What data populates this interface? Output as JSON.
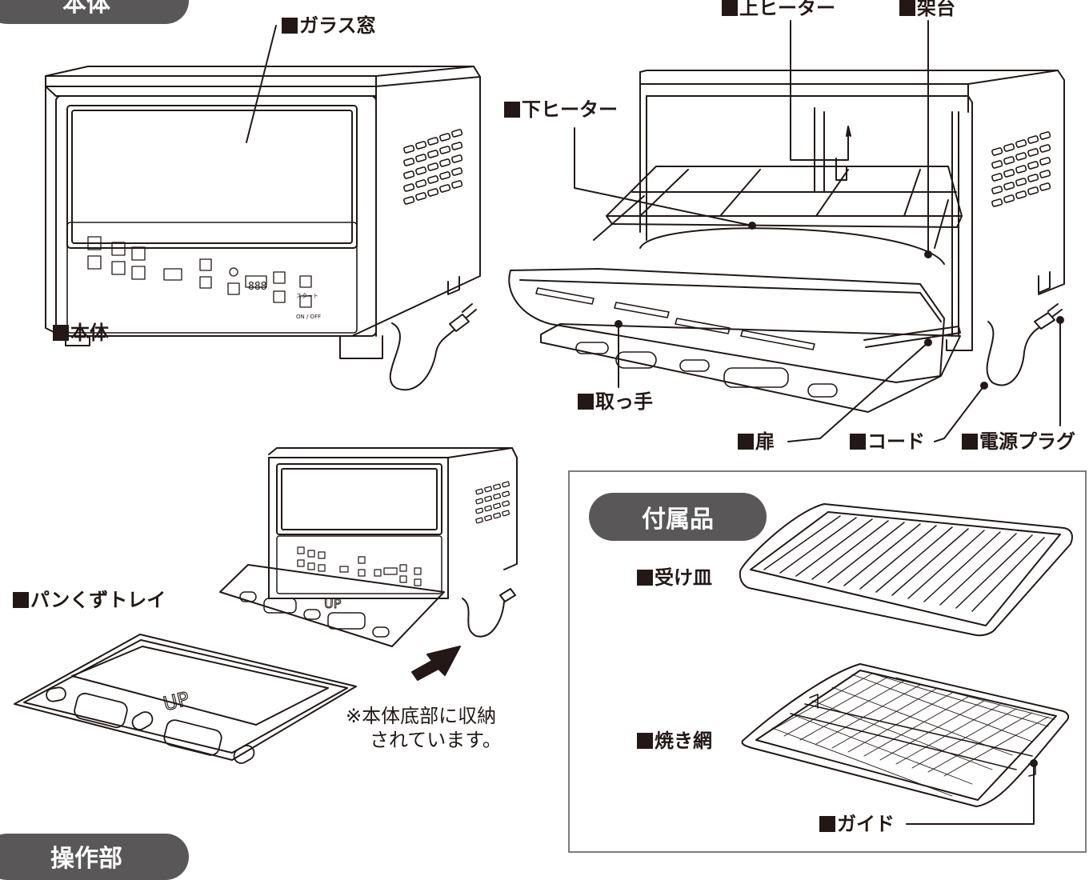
{
  "section_titles": {
    "main_unit": "本体",
    "accessories": "付属品",
    "operation": "操作部"
  },
  "labels": {
    "glass_window": "ガラス窓",
    "main_unit": "本体",
    "upper_heater": "上ヒーター",
    "rack_stand": "架台",
    "lower_heater": "下ヒーター",
    "handle": "取っ手",
    "door": "扉",
    "cord": "コード",
    "power_plug": "電源プラグ",
    "crumb_tray": "パンくずトレイ",
    "drip_tray": "受け皿",
    "grill_net": "焼き網",
    "guide": "ガイド"
  },
  "notes": {
    "storage_line1": "※本体底部に収納",
    "storage_line2": "されています。"
  },
  "control_panel": {
    "display": "888",
    "start": "スタート",
    "on_off": "ON / OFF",
    "tray_mark": "UP"
  },
  "colors": {
    "pill_bg": "#595757",
    "line": "#231815",
    "box_border": "#7d7d7d"
  }
}
